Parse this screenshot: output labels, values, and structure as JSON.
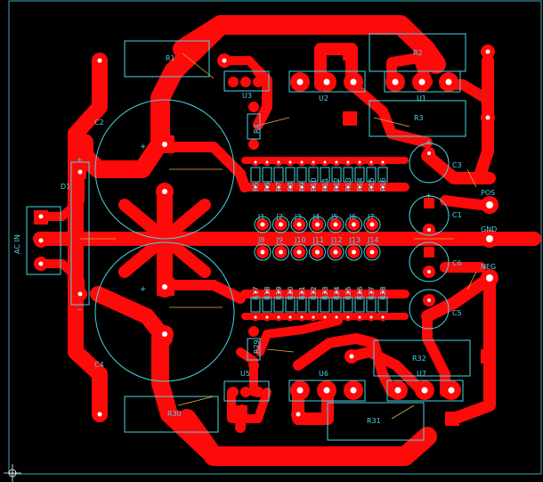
{
  "board": {
    "background": "#000000",
    "copper_color": "#ff0a0a",
    "silkscreen_color": "#48d4e4",
    "ratsnest_color": "#e8b23c"
  },
  "labels": {
    "R1": "R1",
    "R2": "R2",
    "R3": "R3",
    "U3": "U3",
    "U2": "U2",
    "U1": "U1",
    "C2": "C2",
    "C3": "C3",
    "C1": "C1",
    "C4": "C4",
    "C5": "C5",
    "C6": "C6",
    "D1": "D1",
    "AC_IN": "AC IN",
    "POS": "POS",
    "GND": "GND",
    "NEG": "NEG",
    "R4": "R4",
    "R29": "R29",
    "U5": "U5",
    "U6": "U6",
    "U7": "U7",
    "R30": "R30",
    "R31": "R31",
    "R32": "R32",
    "plus": "+",
    "minus": "−"
  },
  "top_resistors": [
    "R5",
    "R6",
    "R7",
    "R8",
    "R9",
    "R10",
    "R11",
    "R12",
    "R13",
    "R14",
    "R15",
    "R16"
  ],
  "bottom_resistors": [
    "R17",
    "R18",
    "R19",
    "R20",
    "R21",
    "R22",
    "R23",
    "R24",
    "R25",
    "R26",
    "R27",
    "R28"
  ],
  "jumpers_row1": [
    "J1",
    "J2",
    "J3",
    "J4",
    "J5",
    "J6",
    "J7"
  ],
  "jumpers_row2": [
    "J8",
    "J9",
    "J10",
    "J11",
    "J12",
    "J13",
    "J14"
  ]
}
